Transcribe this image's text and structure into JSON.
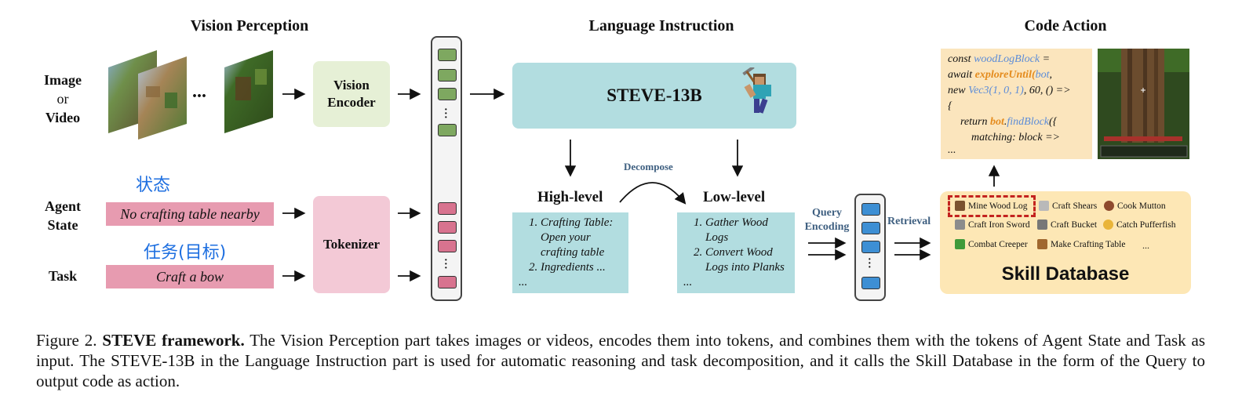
{
  "sections": {
    "vision": "Vision Perception",
    "language": "Language Instruction",
    "code": "Code Action"
  },
  "inputs": {
    "image_label_1": "Image",
    "image_label_2": "or",
    "image_label_3": "Video",
    "ellipsis": "...",
    "agent_label_1": "Agent",
    "agent_label_2": "State",
    "task_label": "Task",
    "agent_state_text": "No crafting table nearby",
    "task_text": "Craft a bow",
    "handwrite_state": "状态",
    "handwrite_task": "任务(目标)"
  },
  "modules": {
    "vision_encoder_1": "Vision",
    "vision_encoder_2": "Encoder",
    "tokenizer": "Tokenizer",
    "llm": "STEVE-13B"
  },
  "planning": {
    "decompose": "Decompose",
    "high_level": "High-level",
    "low_level": "Low-level",
    "high_items": [
      "Crafting Table: Open your crafting table",
      "Ingredients ..."
    ],
    "high_more": "...",
    "low_items": [
      "Gather Wood Logs",
      "Convert Wood Logs into Planks"
    ],
    "low_more": "...",
    "query_1": "Query",
    "query_2": "Encoding",
    "retrieval": "Retrieval"
  },
  "code_lines": {
    "l1a": "const ",
    "l1b": "woodLogBlock",
    "l1c": " =",
    "l2a": "await ",
    "l2b": "exploreUntil(",
    "l2c": "bot",
    "l2d": ",",
    "l3a": "new ",
    "l3b": "Vec3(1, 0, 1)",
    "l3c": ", 60, () =>",
    "l4": "{",
    "l5a": "return ",
    "l5b": "bot",
    "l5c": ".",
    "l5d": "findBlock",
    "l5e": "({",
    "l6": "matching: block =>",
    "l7": "..."
  },
  "skills": {
    "items": [
      "Mine Wood Log",
      "Craft Shears",
      "Cook Mutton",
      "Craft Iron Sword",
      "Craft Bucket",
      "Catch Pufferfish",
      "Combat Creeper",
      "Make Crafting Table"
    ],
    "more": "...",
    "title": "Skill Database"
  },
  "caption": {
    "prefix": "Figure 2.",
    "bold": "STEVE framework.",
    "text": "The Vision Perception part takes images or videos, encodes them into tokens, and combines them with the tokens of Agent State and Task as input. The STEVE-13B in the Language Instruction part is used for automatic reasoning and task decomposition, and it calls the Skill Database in the form of the Query to output code as action."
  },
  "colors": {
    "vision_encoder": "#e6f0d6",
    "tokenizer": "#f3c9d6",
    "llm": "#b2dde0",
    "pink_bar": "#e79bb0",
    "green_token": "#7ea860",
    "pink_token": "#d8738f",
    "blue_token": "#3d8fd4",
    "code_bg": "#fbe5bd",
    "skill_bg": "#fde7b5",
    "dashed_red": "#c3231f"
  }
}
